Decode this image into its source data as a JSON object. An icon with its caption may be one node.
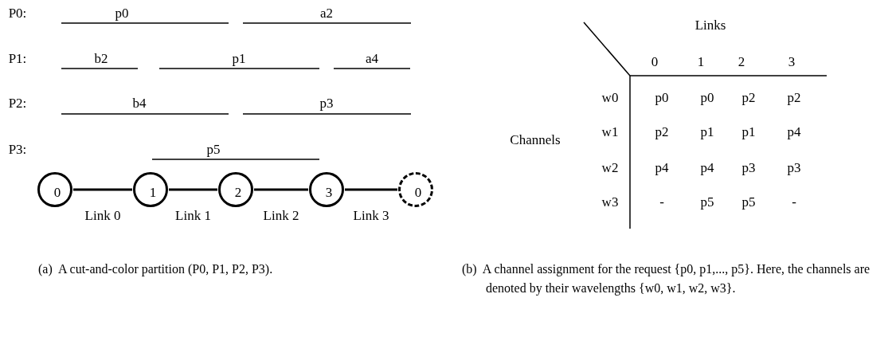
{
  "diagram": {
    "nodes": [
      {
        "text": [
          "0"
        ]
      },
      {
        "text": [
          "1"
        ]
      },
      {
        "text": [
          "2"
        ]
      },
      {
        "text": [
          "3"
        ]
      },
      {
        "text": [
          "0"
        ]
      }
    ],
    "edges": [
      {
        "from": 0,
        "to": 1,
        "arrow": "none",
        "label": "Link 0"
      },
      {
        "from": 1,
        "to": 2,
        "arrow": "none",
        "label": "Link 1"
      },
      {
        "from": 2,
        "to": 3,
        "arrow": "none",
        "label": "Link 2"
      },
      {
        "from": 3,
        "to": 4,
        "arrow": "none",
        "label": "Link 3"
      }
    ],
    "labels": [
      "P0:",
      "p0",
      "a2",
      "P1:",
      "b2",
      "p1",
      "a4",
      "P2:",
      "b4",
      "p3",
      "P3:",
      "p5",
      "Links",
      "0",
      "1",
      "2",
      "3",
      "Channels",
      "w0",
      "p0",
      "p0",
      "p2",
      "p2",
      "w1",
      "p2",
      "p1",
      "p1",
      "p4",
      "w2",
      "p4",
      "p4",
      "p3",
      "p3",
      "w3",
      "-",
      "p5",
      "p5",
      "-",
      "(a)  A cut-and-color partition (P0, P1, P2, P3).",
      "(b)  A channel assignment for the request {p0, p1,..., p5}. Here, the channels are denoted by their wavelengths {w0, w1, w2, w3}."
    ]
  }
}
